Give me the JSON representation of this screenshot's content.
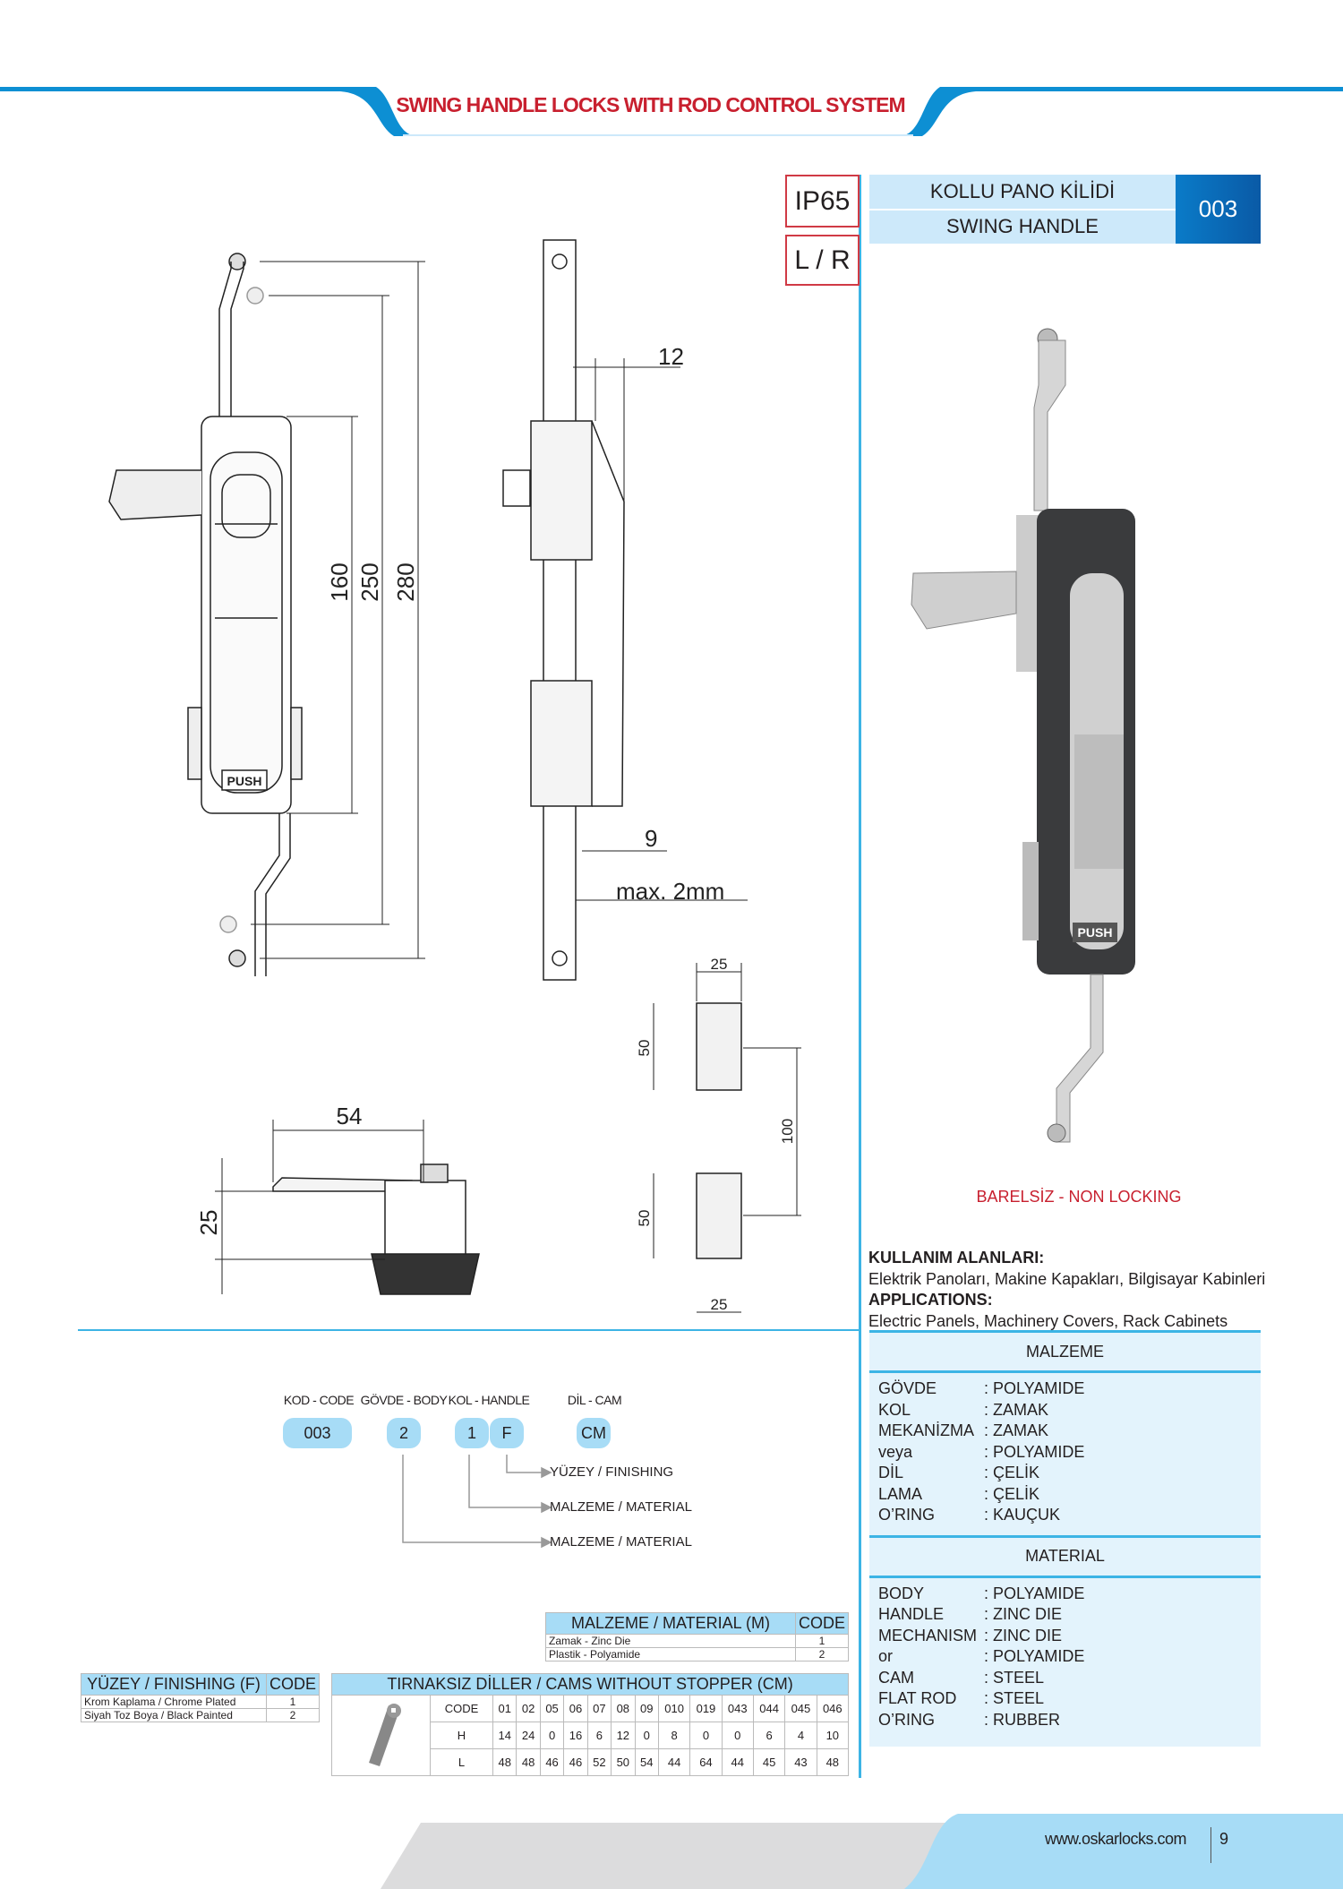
{
  "header": {
    "title": "SWING HANDLE LOCKS WITH ROD CONTROL SYSTEM"
  },
  "badges": {
    "ip": "IP65",
    "side": "L / R"
  },
  "product": {
    "title_tr": "KOLLU PANO KİLİDİ",
    "title_en": "SWING HANDLE",
    "code": "003",
    "variant": "BARELSİZ - NON LOCKING",
    "push": "PUSH"
  },
  "applications": {
    "tr_label": "KULLANIM ALANLARI:",
    "tr_text": "Elektrik Panoları, Makine Kapakları, Bilgisayar Kabinleri",
    "en_label": "APPLICATIONS:",
    "en_text": "Electric Panels, Machinery Covers, Rack Cabinets"
  },
  "materials": {
    "tr_title": "MALZEME",
    "tr": [
      [
        "GÖVDE",
        ": POLYAMIDE"
      ],
      [
        "KOL",
        ": ZAMAK"
      ],
      [
        "MEKANİZMA",
        ": ZAMAK"
      ],
      [
        "veya",
        ": POLYAMIDE"
      ],
      [
        "DİL",
        ": ÇELİK"
      ],
      [
        "LAMA",
        ": ÇELİK"
      ],
      [
        "O’RING",
        ": KAUÇUK"
      ]
    ],
    "en_title": "MATERIAL",
    "en": [
      [
        "BODY",
        ": POLYAMIDE"
      ],
      [
        "HANDLE",
        ": ZINC DIE"
      ],
      [
        "MECHANISM",
        ": ZINC DIE"
      ],
      [
        "or",
        ": POLYAMIDE"
      ],
      [
        "CAM",
        ": STEEL"
      ],
      [
        "FLAT ROD",
        ": STEEL"
      ],
      [
        "O’RING",
        ": RUBBER"
      ]
    ]
  },
  "dimensions": {
    "d160": "160",
    "d250": "250",
    "d280": "280",
    "d12": "12",
    "d9": "9",
    "max2": "max. 2mm",
    "d54": "54",
    "d25": "25",
    "cam_w_top": "25",
    "cam_h1": "50",
    "cam_pitch": "100",
    "cam_h2": "50",
    "cam_w_bot": "25"
  },
  "code_diagram": {
    "labels": [
      "KOD - CODE",
      "GÖVDE - BODY",
      "KOL - HANDLE",
      "DİL - CAM"
    ],
    "values": [
      "003",
      "2",
      "1",
      "F",
      "CM"
    ],
    "arrows": [
      "YÜZEY / FINISHING",
      "MALZEME / MATERIAL",
      "MALZEME / MATERIAL"
    ]
  },
  "material_table": {
    "headers": [
      "MALZEME / MATERIAL (M)",
      "CODE"
    ],
    "rows": [
      [
        "Zamak - Zinc Die",
        "1"
      ],
      [
        "Plastik - Polyamide",
        "2"
      ]
    ]
  },
  "finishing_table": {
    "headers": [
      "YÜZEY / FINISHING (F)",
      "CODE"
    ],
    "rows": [
      [
        "Krom Kaplama / Chrome Plated",
        "1"
      ],
      [
        "Siyah Toz Boya / Black Painted",
        "2"
      ]
    ]
  },
  "cams_table": {
    "title": "TIRNAKSIZ DİLLER / CAMS WITHOUT STOPPER (CM)",
    "rows": [
      [
        "CODE",
        "01",
        "02",
        "05",
        "06",
        "07",
        "08",
        "09",
        "010",
        "019",
        "043",
        "044",
        "045",
        "046"
      ],
      [
        "H",
        "14",
        "24",
        "0",
        "16",
        "6",
        "12",
        "0",
        "8",
        "0",
        "0",
        "6",
        "4",
        "10"
      ],
      [
        "L",
        "48",
        "48",
        "46",
        "46",
        "52",
        "50",
        "54",
        "44",
        "64",
        "44",
        "45",
        "43",
        "48"
      ]
    ]
  },
  "footer": {
    "url": "www.oskarlocks.com",
    "page": "9"
  },
  "colors": {
    "accent": "#3cb4e5",
    "brand_red": "#c8202f",
    "code_blue": "#0a6bb8",
    "pill": "#a7dcf6"
  }
}
